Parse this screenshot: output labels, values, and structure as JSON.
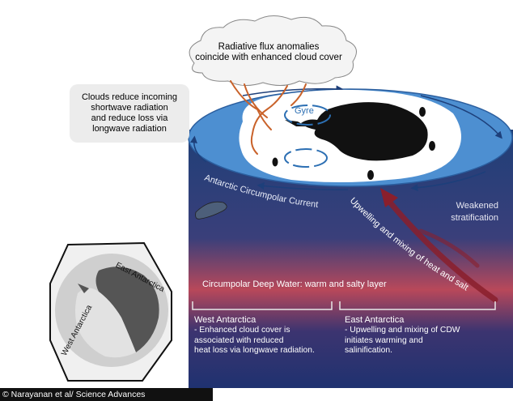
{
  "labels": {
    "cloud_title": "Radiative flux anomalies\ncoincide with enhanced cloud cover",
    "cloud_box": "Clouds reduce incoming\nshortwave radiation\nand reduce loss via\nlongwave radiation",
    "gyre": "Gyre",
    "acc": "Antarctic Circumpolar Current",
    "upwelling": "Upwelling and mixing of heat and salt",
    "weakened": "Weakened\nstratification",
    "cdw": "Circumpolar Deep Water: warm and salty layer",
    "west_title": "West Antarctica",
    "west_body": "- Enhanced cloud cover is\nassociated with reduced\nheat loss via longwave radiation.",
    "east_title": "East Antarctica",
    "east_body": "- Upwelling and mixing of CDW\ninitiates warming and\nsalinification.",
    "map_east": "East Antarctica",
    "map_west": "West Antarctica",
    "credit": "© Narayanan et al/ Science Advances"
  },
  "colors": {
    "ocean_top": "#1f3f78",
    "ocean_mid": "#b8485a",
    "ocean_bottom": "#1f3270",
    "sea_surface": "#4d8fd1",
    "ice": "#ffffff",
    "land": "#111111",
    "upwelling_arrow": "#8a1f2c",
    "roots": "#c9622a",
    "gyre": "#2c6fb3",
    "map_east_fill": "#555555",
    "map_west_fill": "#bdbdbd"
  },
  "icons": [
    "cloud-icon",
    "penguin-icon",
    "seal-icon"
  ]
}
